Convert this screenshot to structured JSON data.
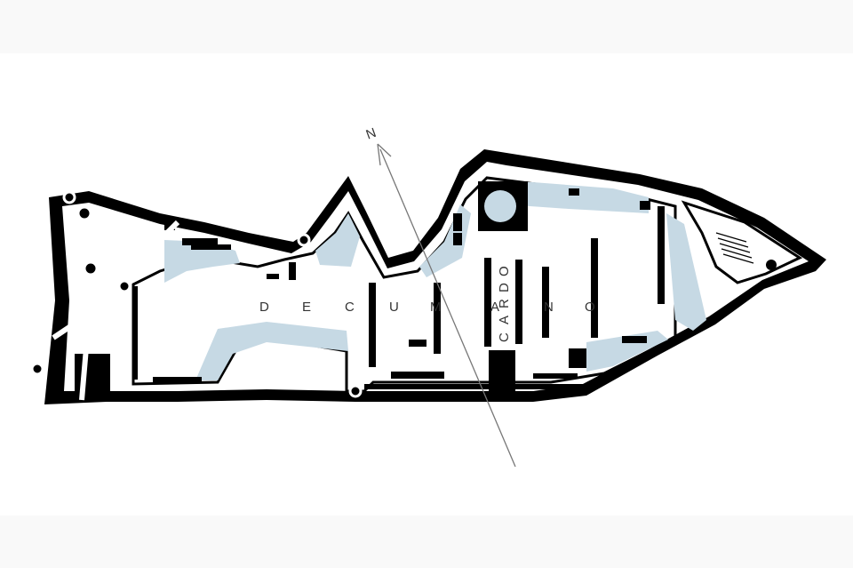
{
  "colors": {
    "background": "#ffffff",
    "outer_background": "#f9f9f9",
    "buildings": "#000000",
    "plaza": "#c6d9e4",
    "north_line": "#777777"
  },
  "north_label": "N",
  "axes": {
    "decumano_letters": [
      "D",
      "E",
      "C",
      "U",
      "M",
      "A",
      "N",
      "O"
    ],
    "cardo_letters": [
      "C",
      "A",
      "R",
      "D",
      "O"
    ]
  },
  "icons": {
    "north": "north-arrow-icon",
    "roundabout": "roundabout-node-icon"
  }
}
